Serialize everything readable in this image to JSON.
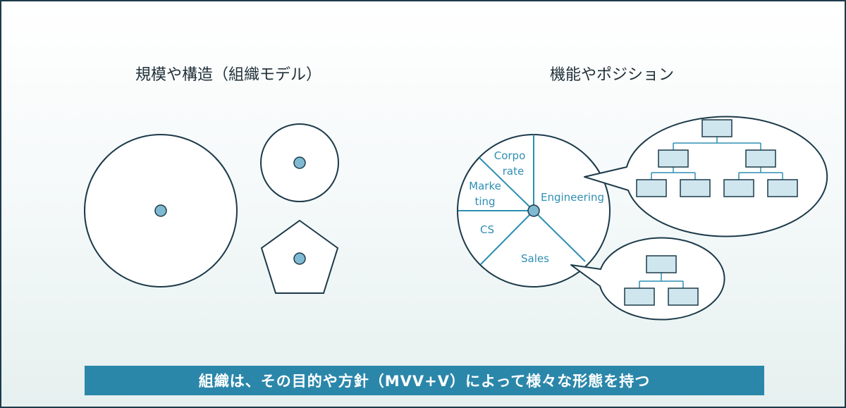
{
  "headings": {
    "left": "規模や構造（組織モデル）",
    "right": "機能やポジション"
  },
  "pie": {
    "segments": [
      {
        "label_lines": [
          "Corpo",
          "rate"
        ]
      },
      {
        "label_lines": [
          "Engineering"
        ]
      },
      {
        "label_lines": [
          "Sales"
        ]
      },
      {
        "label_lines": [
          "CS"
        ]
      },
      {
        "label_lines": [
          "Marke",
          "ting"
        ]
      }
    ]
  },
  "banner": "組織は、その目的や方針（MVV+V）によって様々な形態を持つ",
  "colors": {
    "outline": "#1c3a4a",
    "center_dot": "#7fb9d2",
    "pie_line": "#2f8fb3",
    "box_fill": "#cfe6ee",
    "banner_bg": "#2b87aa"
  }
}
